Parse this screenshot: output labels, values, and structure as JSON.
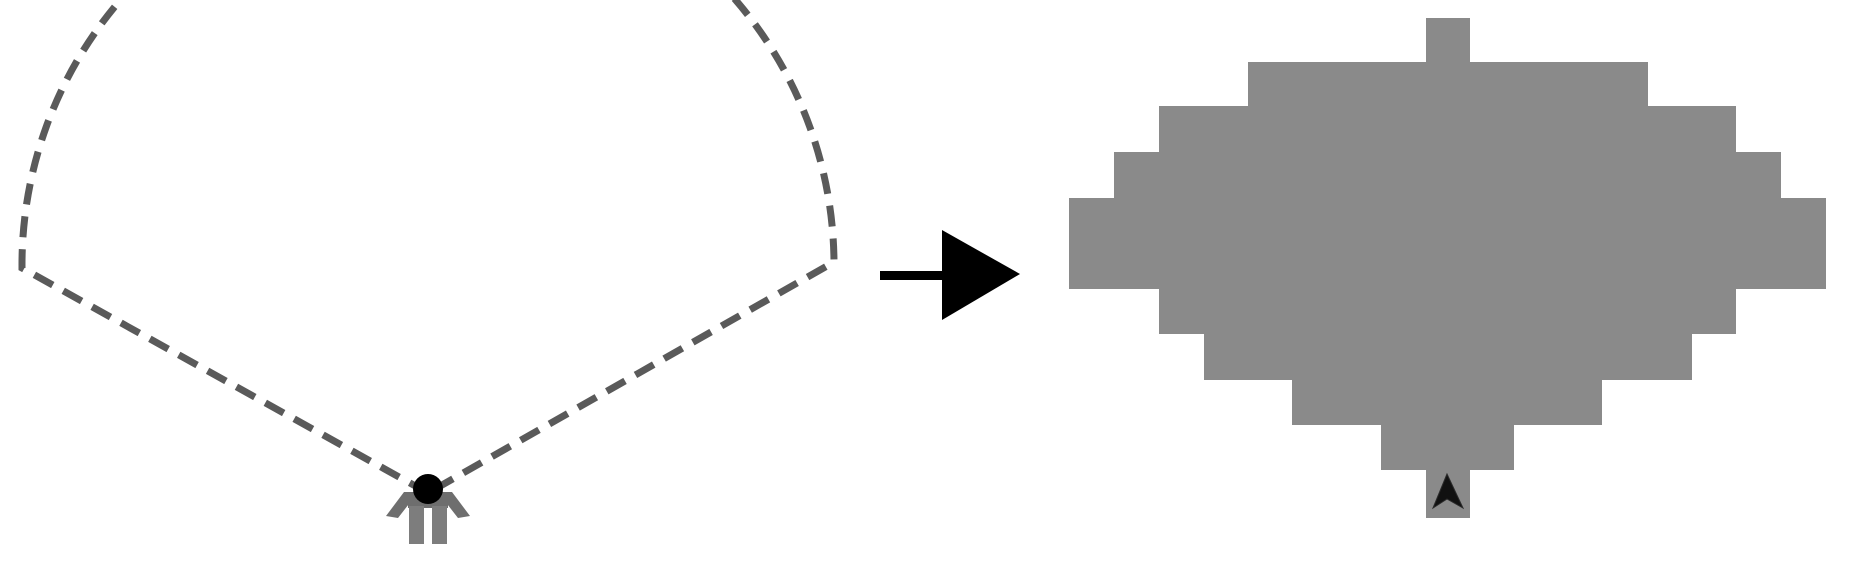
{
  "diagram": {
    "left_panel": {
      "shape": "field-of-view-sector",
      "outline_style": "dashed",
      "observer_icon": "person-icon"
    },
    "connector": {
      "icon": "right-arrow-icon"
    },
    "right_panel": {
      "shape": "grid-rasterized-field-of-view",
      "agent_icon": "agent-direction-icon"
    },
    "colors": {
      "outline": "#5a5a5a",
      "fill": "#8a8a8a",
      "arrow": "#000000",
      "person_head": "#000000",
      "person_body": "#6e6e6e",
      "agent": "#111111"
    }
  }
}
